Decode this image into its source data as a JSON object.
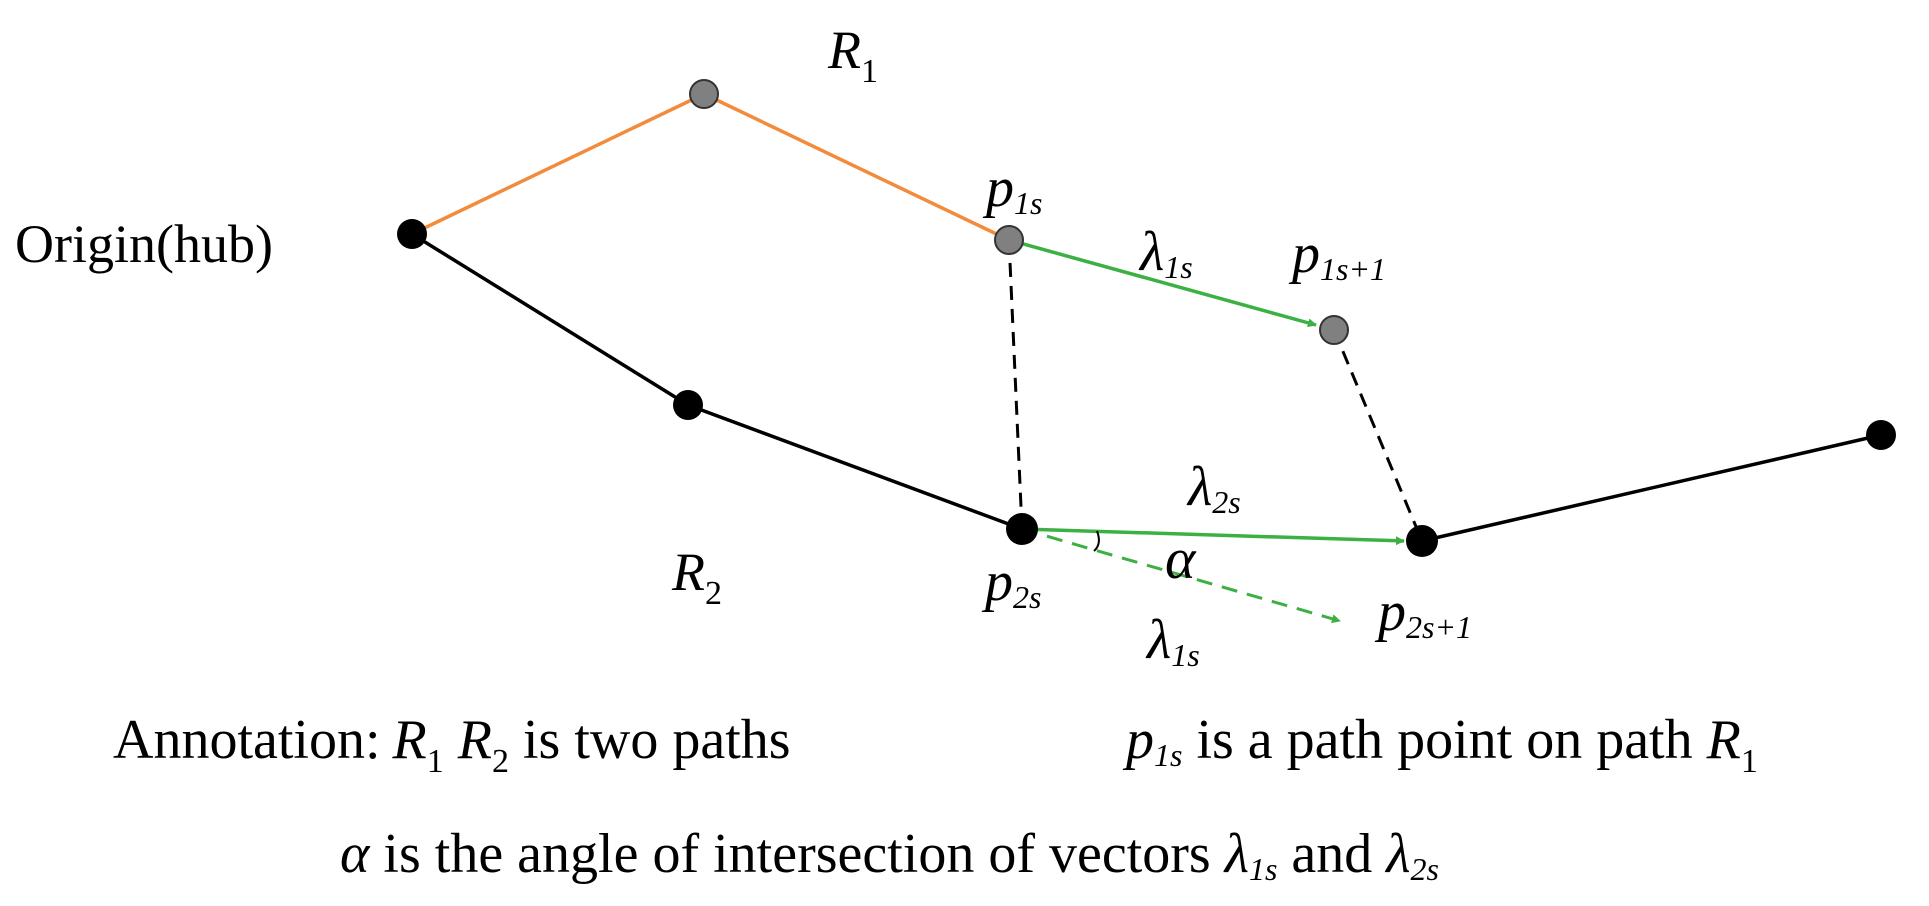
{
  "colors": {
    "path_r1": "#f28c3c",
    "path_r2": "#000000",
    "vector": "#3cb043",
    "node_r1": "#808080",
    "node_r2": "#000000",
    "projection": "#000000"
  },
  "labels": {
    "origin": "Origin(hub)",
    "r1": {
      "main": "R",
      "sub": "1"
    },
    "r2": {
      "main": "R",
      "sub": "2"
    },
    "p1s": {
      "main": "p",
      "sub": "1s"
    },
    "p1s1": {
      "main": "p",
      "sub": "1s+1"
    },
    "p2s": {
      "main": "p",
      "sub": "2s"
    },
    "p2s1": {
      "main": "p",
      "sub": "2s+1"
    },
    "lambda1s": {
      "main": "λ",
      "sub": "1s"
    },
    "lambda2s": {
      "main": "λ",
      "sub": "2s"
    },
    "lambda1s_dashed": {
      "main": "λ",
      "sub": "1s"
    },
    "alpha": "α"
  },
  "annotation": {
    "line1_prefix": "Annotation",
    "line1_colon": ":",
    "r1_main": "R",
    "r1_sub": "1",
    "r2_main": "R",
    "r2_sub": "2",
    "line1_paths": " is two paths",
    "p_main": "p",
    "p_sub": "1s",
    "line1_point": " is a path point on path ",
    "r1b_main": "R",
    "r1b_sub": "1",
    "line2_alpha": "α",
    "line2_text": " is the angle of intersection of vectors ",
    "lam1_main": "λ",
    "lam1_sub": "1s",
    "line2_and": " and ",
    "lam2_main": "λ",
    "lam2_sub": "2s"
  }
}
